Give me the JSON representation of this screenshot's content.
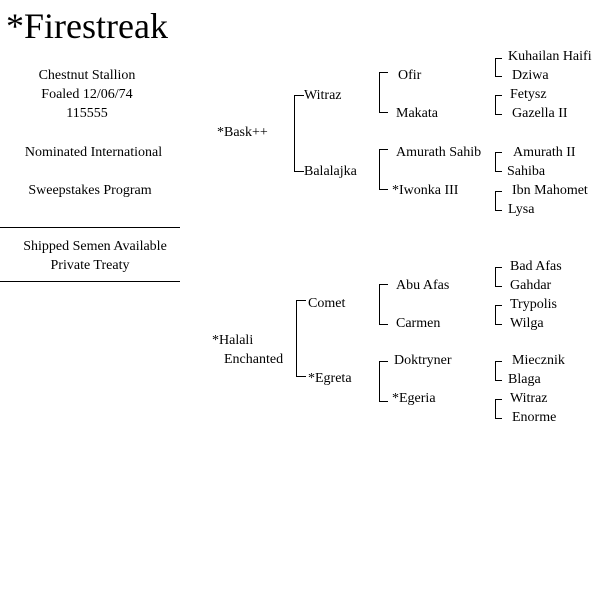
{
  "title": "*Firestreak",
  "info": {
    "line1": "Chestnut Stallion",
    "line2": "Foaled 12/06/74",
    "line3": "115555",
    "line4": "Nominated International",
    "line5": "Sweepstakes Program",
    "line6": "Shipped Semen Available",
    "line7": "Private Treaty"
  },
  "pedigree": {
    "sire": "*Bask++",
    "dam_line1": "*Halali",
    "dam_line2": "Enchanted",
    "gen2": [
      "Witraz",
      "Balalajka",
      "Comet",
      "*Egreta"
    ],
    "gen3": [
      "Ofir",
      "Makata",
      "Amurath Sahib",
      "*Iwonka III",
      "Abu Afas",
      "Carmen",
      "Doktryner",
      "*Egeria"
    ],
    "gen4": [
      "Kuhailan Haifi",
      "Dziwa",
      "Fetysz",
      "Gazella II",
      "Amurath II",
      "Sahiba",
      "Ibn Mahomet",
      "Lysa",
      "Bad Afas",
      "Gahdar",
      "Trypolis",
      "Wilga",
      "Miecznik",
      "Blaga",
      "Witraz",
      "Enorme"
    ]
  }
}
